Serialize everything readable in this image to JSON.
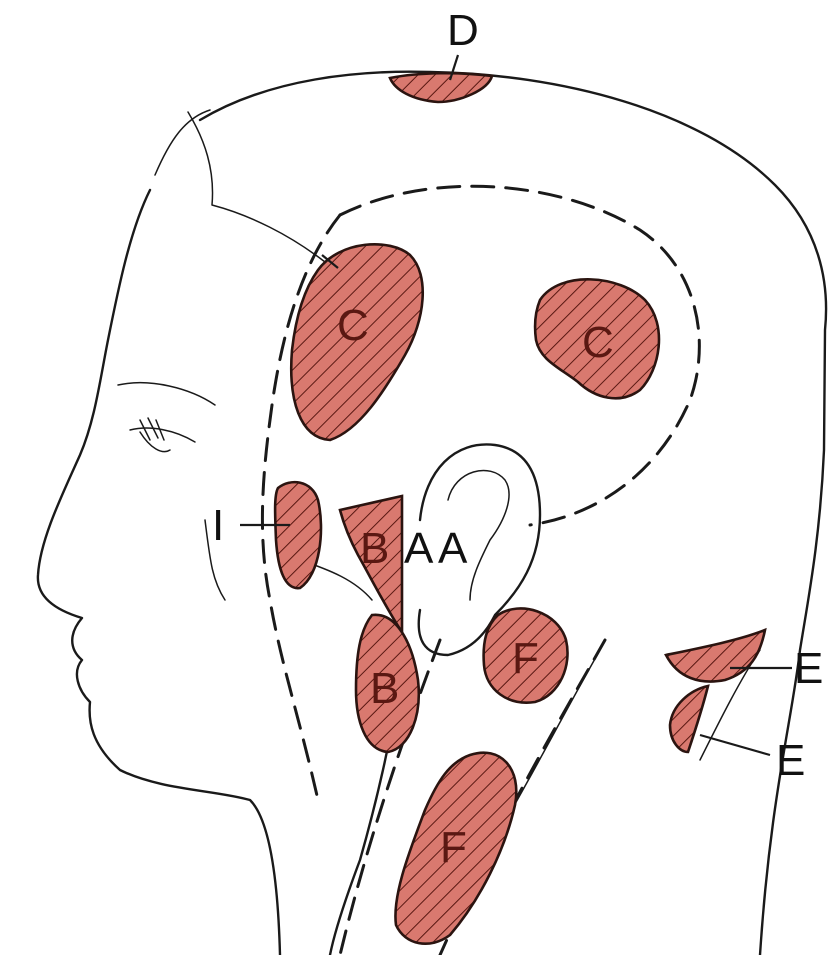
{
  "labels": {
    "d": "D",
    "c_front": "C",
    "c_back": "C",
    "i": "I",
    "b_upper": "B",
    "a1": "A",
    "a2": "A",
    "b_lower": "B",
    "f_upper": "F",
    "f_lower": "F",
    "e_upper": "E",
    "e_lower": "E"
  },
  "colors": {
    "region_fill": "#d9796f",
    "hatch": "#5a1812",
    "line": "#1a1a1a"
  }
}
